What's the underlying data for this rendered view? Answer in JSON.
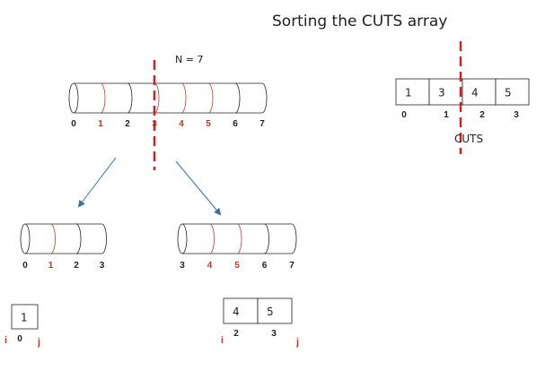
{
  "title": "Sorting the CUTS array",
  "n_label": "N = 7",
  "colors": {
    "ink": "#222222",
    "red": "#c0392b",
    "cut": "#cc2222",
    "arrow": "#3a6ea5"
  },
  "top_rod": {
    "indices": [
      "0",
      "1",
      "2",
      "3",
      "4",
      "5",
      "6",
      "7"
    ],
    "red": [
      "1",
      "3",
      "4",
      "5"
    ]
  },
  "left_rod": {
    "indices": [
      "0",
      "1",
      "2",
      "3"
    ],
    "red": [
      "1"
    ]
  },
  "right_rod": {
    "indices": [
      "3",
      "4",
      "5",
      "6",
      "7"
    ],
    "red": [
      "4",
      "5"
    ]
  },
  "cuts_array": {
    "values": [
      "1",
      "3",
      "4",
      "5"
    ],
    "indices": [
      "0",
      "1",
      "2",
      "3"
    ],
    "label": "CUTS"
  },
  "left_sub": {
    "values": [
      "1"
    ],
    "indices": [
      "0"
    ],
    "i": "i",
    "j": "j"
  },
  "right_sub": {
    "values": [
      "4",
      "5"
    ],
    "indices": [
      "2",
      "3"
    ],
    "i": "i",
    "j": "j"
  }
}
